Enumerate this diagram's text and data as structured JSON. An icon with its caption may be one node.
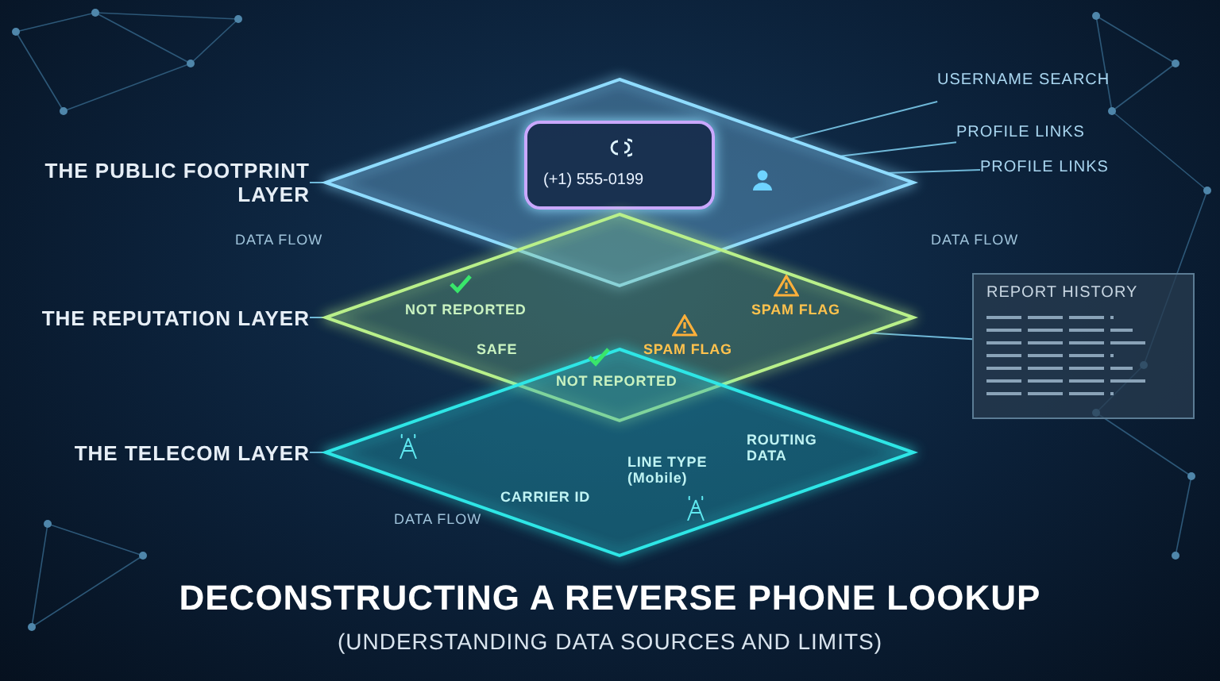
{
  "diagram": {
    "title": "DECONSTRUCTING A REVERSE PHONE LOOKUP",
    "caption": "(UNDERSTANDING DATA SOURCES AND LIMITS)",
    "nodes": [
      {
        "text": [
          "THE PUBLIC FOOTPRINT LAYER"
        ]
      },
      {
        "text": [
          "THE REPUTATION LAYER"
        ]
      },
      {
        "text": [
          "THE TELECOM LAYER"
        ]
      },
      {
        "text": [],
        "shape": "diamond"
      },
      {
        "text": [
          "(+1) 555-0199"
        ],
        "in": 3
      },
      {
        "text": [
          "NOT REPORTED",
          "SAFE",
          "NOT REPORTED",
          "SPAM FLAG",
          "SPAM FLAG"
        ]
      },
      {
        "text": [
          "CARRIER ID",
          "LINE TYPE (Mobile)",
          "ROUTING DATA"
        ]
      },
      {
        "text": [
          "USERNAME SEARCH"
        ]
      },
      {
        "text": [
          "PROFILE LINKS"
        ]
      },
      {
        "text": [
          "PROFILE LINKS"
        ]
      },
      {
        "text": [
          "REPORT HISTORY"
        ]
      }
    ],
    "edges": [
      {
        "from": 0,
        "to": 3,
        "arrow": "none"
      },
      {
        "from": 1,
        "to": 5,
        "arrow": "none"
      },
      {
        "from": 2,
        "to": 6,
        "arrow": "none"
      },
      {
        "from": 3,
        "to": 7,
        "arrow": "none"
      },
      {
        "from": 3,
        "to": 8,
        "arrow": "none"
      },
      {
        "from": 3,
        "to": 9,
        "arrow": "none"
      },
      {
        "from": 5,
        "to": 10,
        "arrow": "none"
      }
    ],
    "labels": [
      "DATA FLOW",
      "DATA FLOW",
      "DATA FLOW"
    ]
  }
}
